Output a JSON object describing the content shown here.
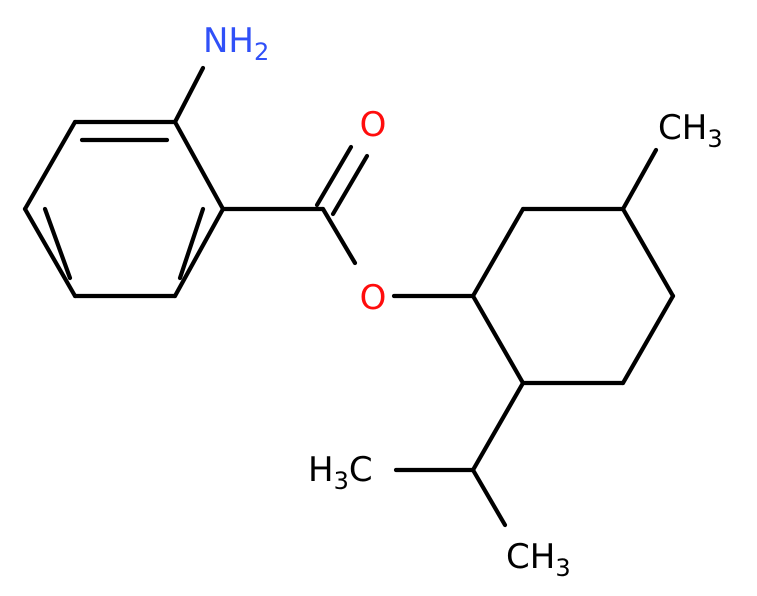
{
  "molecule": {
    "labels": {
      "amine": {
        "main": "NH",
        "sub": "2"
      },
      "carbonyl_oxygen": {
        "main": "O"
      },
      "ester_oxygen": {
        "main": "O"
      },
      "methyl_ring": {
        "main": "CH",
        "sub": "3"
      },
      "methyl_iso_left": {
        "pre": "H",
        "sub": "3",
        "post": "C"
      },
      "methyl_iso_right": {
        "main": "CH",
        "sub": "3"
      }
    },
    "colors": {
      "bond": "#000000",
      "carbon": "#000000",
      "nitrogen": "#3050F8",
      "oxygen": "#FF0D0D"
    }
  }
}
